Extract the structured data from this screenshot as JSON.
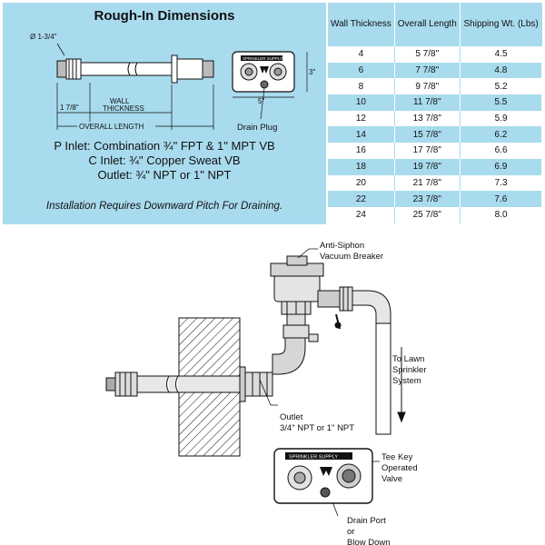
{
  "panel": {
    "title": "Rough-In Dimensions",
    "dims": {
      "diameter": "Ø 1-3/4\"",
      "wall_thickness": "WALL THICKNESS",
      "inlet_len": "1 7/8\"",
      "overall_length": "OVERALL LENGTH",
      "height": "3\"",
      "width": "5\"",
      "plate_label": "SPRINKLER SUPPLY",
      "drain_plug": "Drain Plug"
    },
    "specs": [
      "P Inlet: Combination ¾\" FPT & 1\" MPT VB",
      "C Inlet: ¾\" Copper Sweat VB",
      "Outlet: ¾\" NPT or 1\" NPT"
    ],
    "note": "Installation Requires Downward Pitch For Draining."
  },
  "table": {
    "headers": [
      "Wall Thickness",
      "Overall Length",
      "Shipping Wt. (Lbs)"
    ],
    "rows": [
      [
        "4",
        "5 7/8\"",
        "4.5"
      ],
      [
        "6",
        "7 7/8\"",
        "4.8"
      ],
      [
        "8",
        "9 7/8\"",
        "5.2"
      ],
      [
        "10",
        "11 7/8\"",
        "5.5"
      ],
      [
        "12",
        "13 7/8\"",
        "5.9"
      ],
      [
        "14",
        "15 7/8\"",
        "6.2"
      ],
      [
        "16",
        "17 7/8\"",
        "6.6"
      ],
      [
        "18",
        "19 7/8\"",
        "6.9"
      ],
      [
        "20",
        "21 7/8\"",
        "7.3"
      ],
      [
        "22",
        "23 7/8\"",
        "7.6"
      ],
      [
        "24",
        "25 7/8\"",
        "8.0"
      ]
    ]
  },
  "callouts": {
    "anti_siphon_1": "Anti-Siphon",
    "anti_siphon_2": "Vacuum Breaker",
    "to_lawn_1": "To Lawn",
    "to_lawn_2": "Sprinkler",
    "to_lawn_3": "System",
    "outlet_1": "Outlet",
    "outlet_2": "3/4\" NPT or 1\" NPT",
    "tee_key_1": "Tee Key",
    "tee_key_2": "Operated",
    "tee_key_3": "Valve",
    "drain_port_1": "Drain Port",
    "drain_port_2": "or",
    "drain_port_3": "Blow Down",
    "plate_label": "SPRINKLER SUPPLY"
  }
}
